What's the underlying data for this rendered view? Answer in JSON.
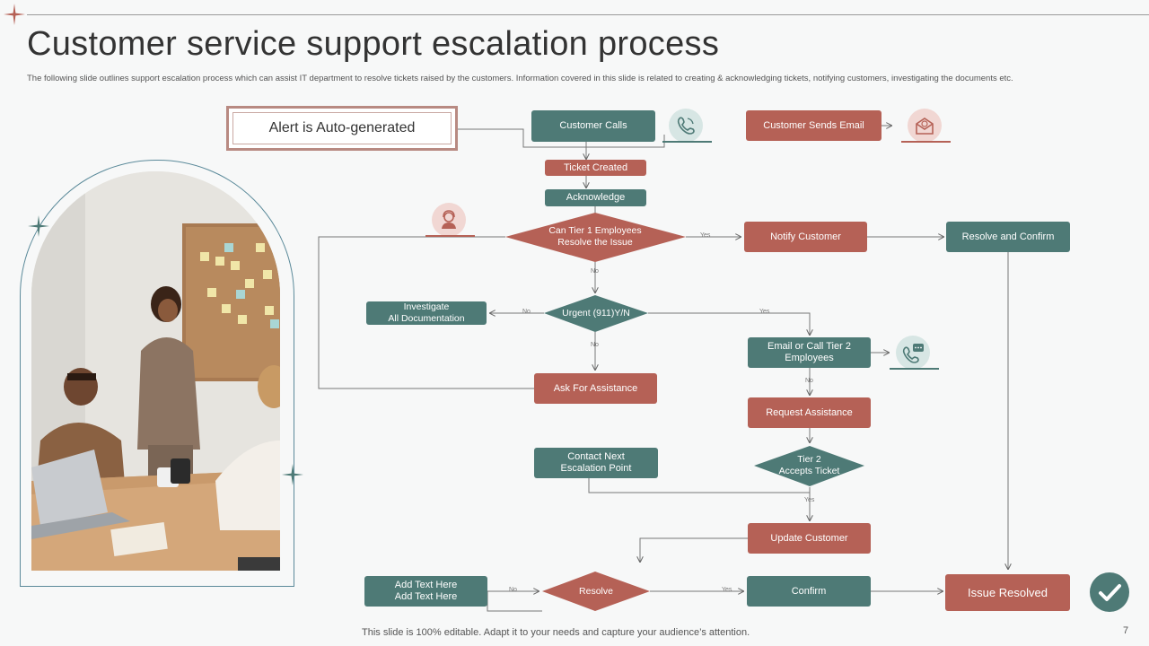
{
  "slide": {
    "title": "Customer service support escalation process",
    "subtitle": "The following slide outlines support escalation process which can assist IT department to resolve tickets raised by the customers. Information covered in this slide is related to creating & acknowledging tickets, notifying customers, investigating the documents etc.",
    "footer": "This slide is 100% editable. Adapt it to your needs and capture your audience’s attention.",
    "page_number": "7"
  },
  "flow": {
    "alert": "Alert is Auto-generated",
    "customer_calls": "Customer Calls",
    "customer_sends_email": "Customer Sends Email",
    "ticket_created": "Ticket Created",
    "acknowledge": "Acknowledge",
    "tier1_decision": "Can Tier 1 Employees\nResolve the Issue",
    "notify_customer": "Notify Customer",
    "resolve_and_confirm": "Resolve and Confirm",
    "investigate": "Investigate\nAll Documentation",
    "urgent_decision": "Urgent (911)Y/N",
    "email_tier2": "Email  or Call Tier 2\nEmployees",
    "ask_assistance": "Ask For Assistance",
    "request_assistance": "Request Assistance",
    "contact_next": "Contact  Next\nEscalation Point",
    "tier2_decision": "Tier 2\nAccepts Ticket",
    "update_customer": "Update Customer",
    "add_text": "Add Text Here\nAdd Text Here",
    "resolve_decision": "Resolve",
    "confirm": "Confirm",
    "issue_resolved": "Issue Resolved"
  },
  "edge_labels": {
    "yes": "Yes",
    "no": "No"
  },
  "icons": {
    "phone": "phone-icon",
    "email": "email-icon",
    "support_agent": "support-agent-icon",
    "phone_chat": "phone-chat-icon",
    "check": "check-icon",
    "photo": "office-meeting-photo"
  },
  "colors": {
    "teal": "#4e7a76",
    "red": "#b56156",
    "alert_border": "#b88a82",
    "icon_pink": "#f1d7d3",
    "icon_teal": "#d7e6e4"
  }
}
